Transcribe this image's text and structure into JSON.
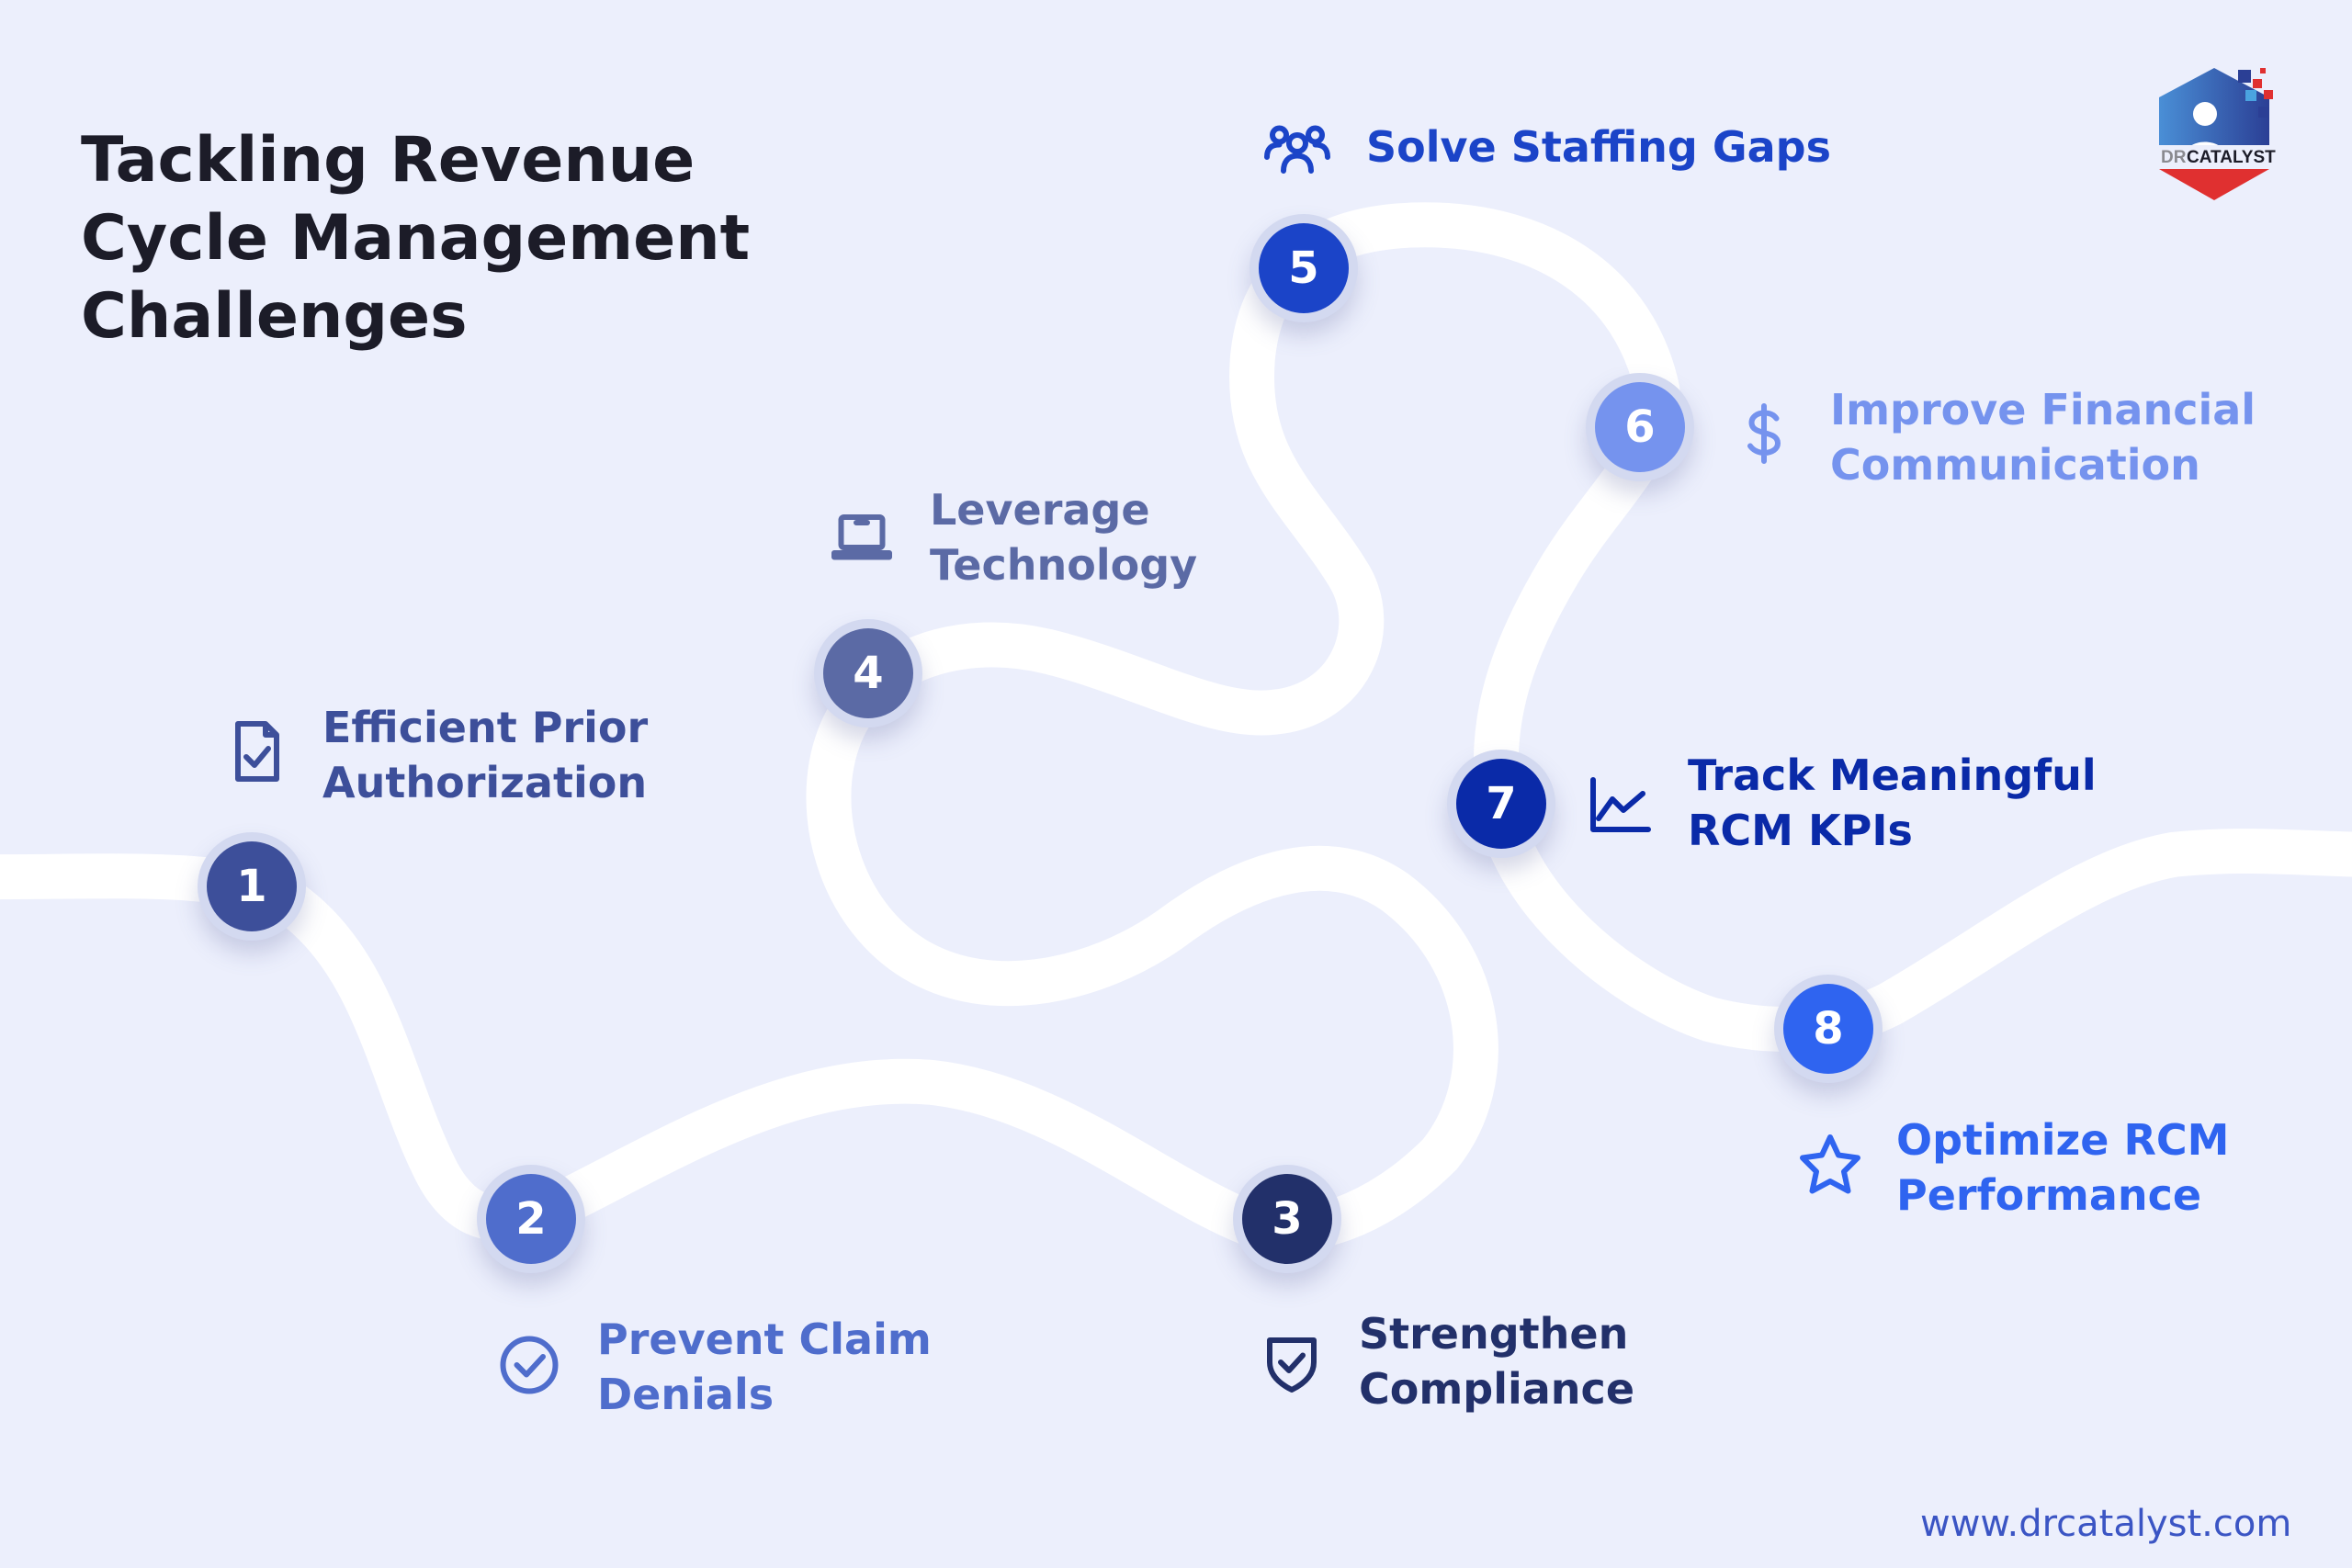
{
  "title": {
    "lines": [
      "Tackling Revenue",
      "Cycle Management",
      "Challenges"
    ]
  },
  "steps": [
    {
      "number": "1",
      "lines": [
        "Efficient Prior",
        "Authorization"
      ],
      "icon": "document-check-icon",
      "color": "#3d4f9a"
    },
    {
      "number": "2",
      "lines": [
        "Prevent Claim",
        "Denials"
      ],
      "icon": "check-circle-icon",
      "color": "#4f6dcc"
    },
    {
      "number": "3",
      "lines": [
        "Strengthen",
        "Compliance"
      ],
      "icon": "shield-check-icon",
      "color": "#22306a"
    },
    {
      "number": "4",
      "lines": [
        "Leverage",
        "Technology"
      ],
      "icon": "laptop-icon",
      "color": "#5b6aa5"
    },
    {
      "number": "5",
      "lines": [
        "Solve Staffing Gaps"
      ],
      "icon": "users-icon",
      "color": "#1b44c8"
    },
    {
      "number": "6",
      "lines": [
        "Improve Financial",
        "Communication"
      ],
      "icon": "dollar-icon",
      "color": "#7593ee"
    },
    {
      "number": "7",
      "lines": [
        "Track Meaningful",
        "RCM KPIs"
      ],
      "icon": "line-chart-icon",
      "color": "#0a2aa8"
    },
    {
      "number": "8",
      "lines": [
        "Optimize RCM",
        "Performance"
      ],
      "icon": "star-icon",
      "color": "#2f64f0"
    }
  ],
  "logo": {
    "text_dr": "DR",
    "text_catalyst": "CATALYST"
  },
  "footer": {
    "url": "www.drcatalyst.com"
  }
}
